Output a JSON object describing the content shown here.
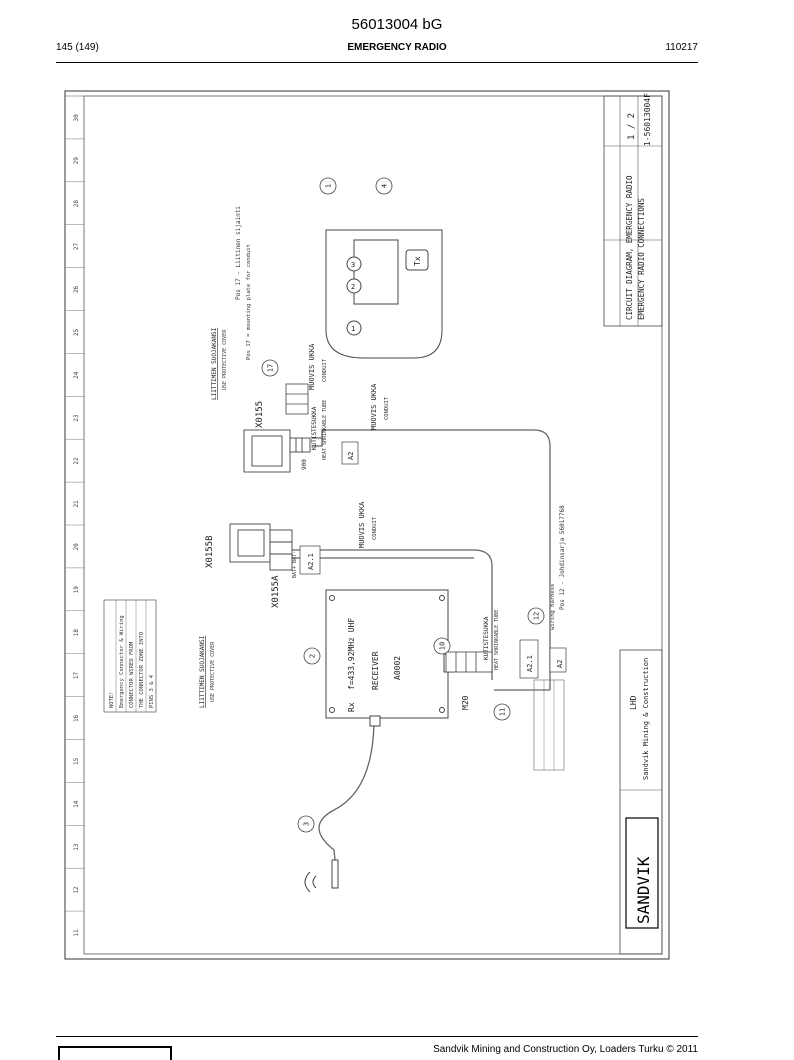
{
  "header": {
    "doc_id": "56013004 bG",
    "page": "145 (149)",
    "section": "EMERGENCY RADIO",
    "date": "110217"
  },
  "footer": {
    "copyright": "Sandvik Mining and Construction Oy, Loaders Turku © 2011"
  },
  "drawing": {
    "grid_numbers": [
      "11",
      "12",
      "13",
      "14",
      "15",
      "16",
      "17",
      "18",
      "19",
      "20",
      "21",
      "22",
      "23",
      "24",
      "25",
      "26",
      "27",
      "28",
      "29",
      "30"
    ],
    "callouts": [
      "1",
      "2",
      "3",
      "4",
      "10",
      "11",
      "12",
      "17"
    ],
    "remote_buttons": [
      "1",
      "2",
      "3",
      "Tx"
    ],
    "receiver": {
      "lines": [
        "Rx",
        "f=433,92MHz UHF",
        "RECEIVER",
        "A0002"
      ],
      "connector": "M20"
    },
    "labels": {
      "x0155": "X0155",
      "x0155a": "X0155A",
      "x0155b": "X0155B",
      "a2_1_a": "A2.1",
      "a2_1_b": "A2.1",
      "a2": "A2",
      "a2_top": "A2",
      "conn_900": "900",
      "conn_bat": "BAT+ BAT-",
      "conduit_1": "MUOVIS UKKA",
      "conduit_1_en": "CONDUIT",
      "conduit_2": "MUOVIS UKKA",
      "conduit_2_en": "CONDUIT",
      "conduit_3": "MUOVIS UKKA",
      "conduit_3_en": "CONDUIT",
      "heatshrink_1": "KUTISTESUKKA",
      "heatshrink_1_en": "HEAT SHRINKABLE TUBE",
      "heatshrink_2": "KUTISTESUKKA",
      "heatshrink_2_en": "HEAT SHRINKABLE TUBE",
      "connector_protection": "LIITTIMEN SUOJAKANSI",
      "connector_protection_en": "USE PROTECTIVE COVER",
      "connector_protection_2": "LIITTIMEN SUOJAKANSI",
      "connector_protection_2_en": "USE PROTECTIVE COVER",
      "pos_note": "Pos 12 - Johdinsarja 56017768",
      "pos_note_en": "wiring harness",
      "pos17_note": "Pos 17 - Liitinen sijainti",
      "pos17_note_en": "Pos 17 = mounting plate for conduit"
    },
    "notes_box": [
      "NOTE!",
      "Emergency Connector & Wiring",
      "CONNECTOR WIRED FROM",
      "THE CONNECTOR ZONE INTO",
      "PINS 3 & 4"
    ],
    "title_block": {
      "company": "LHD",
      "company_sub": "Sandvik Mining & Construction",
      "title_1": "CIRCUIT DIAGRAM, EMERGENCY RADIO",
      "title_2": "EMERGENCY RADIO CONNECTIONS",
      "sheet": "1 / 2",
      "number": "1-56013004F",
      "logo": "SANDVIK"
    }
  }
}
